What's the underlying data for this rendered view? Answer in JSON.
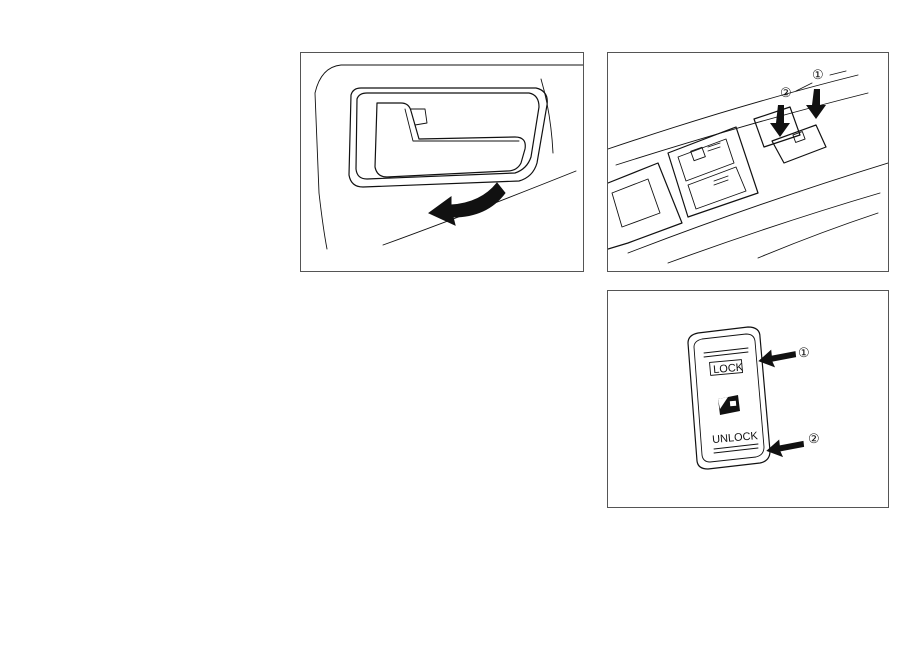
{
  "figures": {
    "door_handle": {},
    "window_switch": {
      "callout_1": "①",
      "callout_2": "②"
    },
    "lock_switch": {
      "lock_label": "LOCK",
      "unlock_label": "UNLOCK",
      "callout_1": "①",
      "callout_2": "②"
    }
  }
}
